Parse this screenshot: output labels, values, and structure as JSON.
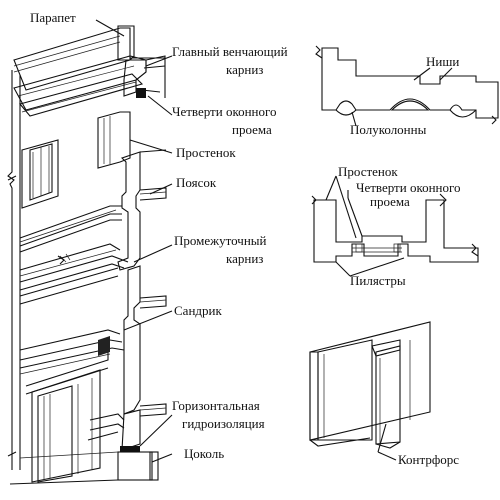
{
  "labels": {
    "parapet": "Парапет",
    "main_cornice_1": "Главный венчающий",
    "main_cornice_2": "карниз",
    "window_quarters_1": "Четверти оконного",
    "window_quarters_2": "проема",
    "pier": "Простенок",
    "belt": "Поясок",
    "intermediate_cornice_1": "Промежуточный",
    "intermediate_cornice_2": "карниз",
    "sandrik": "Сандрик",
    "horizontal_waterproofing_1": "Горизонтальная",
    "horizontal_waterproofing_2": "гидроизоляция",
    "plinth": "Цоколь",
    "niches": "Ниши",
    "half_columns": "Полуколонны",
    "plan_pier": "Простенок",
    "plan_window_quarters_1": "Четверти оконного",
    "plan_window_quarters_2": "проема",
    "pilasters": "Пилястры",
    "buttress": "Контрфорс"
  },
  "colors": {
    "ink": "#111111",
    "hatch": "#333333",
    "dark_fill": "#1a1a1a",
    "background": "#ffffff"
  }
}
